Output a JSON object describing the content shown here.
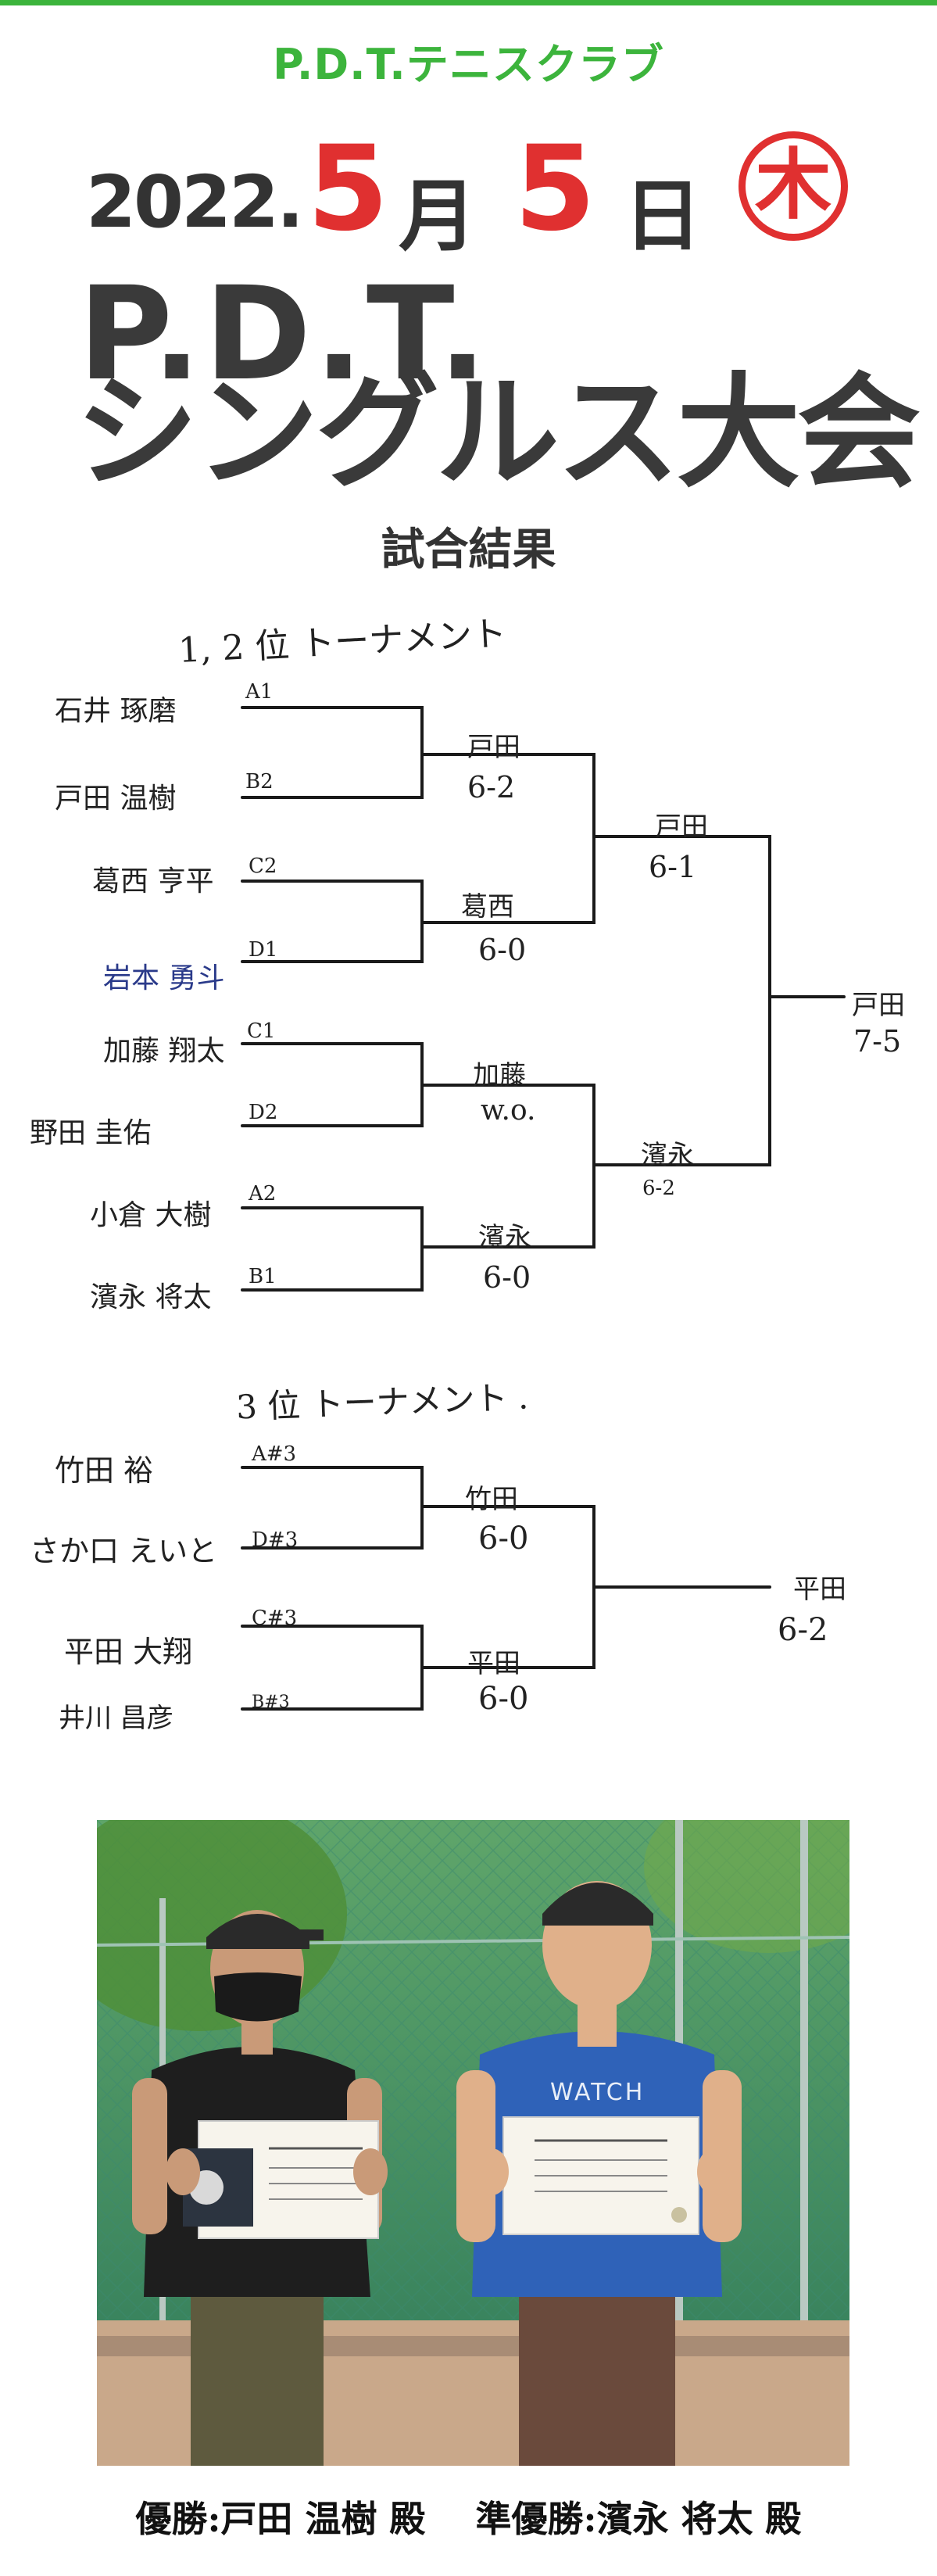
{
  "colors": {
    "green": "#3cb43c",
    "red": "#e03030",
    "dark": "#333333"
  },
  "header": {
    "club": "P.D.T.テニスクラブ",
    "year": "2022.",
    "month": "5",
    "month_unit": "月",
    "day": "5",
    "day_unit": "日",
    "weekday": "木",
    "title_line1": "P.D.T.",
    "title_line2": "シングルス大会",
    "subtitle": "試合結果"
  },
  "bracket1": {
    "heading": "1, 2 位 トーナメント",
    "players": [
      {
        "name": "石井 琢磨",
        "seed": "A1"
      },
      {
        "name": "戸田 温樹",
        "seed": "B2"
      },
      {
        "name": "葛西 亨平",
        "seed": "C2"
      },
      {
        "name": "岩本 勇斗",
        "seed": "D1"
      },
      {
        "name": "加藤 翔太",
        "seed": "C1"
      },
      {
        "name": "野田 圭佑",
        "seed": "D2"
      },
      {
        "name": "小倉 大樹",
        "seed": "A2"
      },
      {
        "name": "濱永 将太",
        "seed": "B1"
      }
    ],
    "round1": [
      {
        "winner": "戸田",
        "score": "6-2"
      },
      {
        "winner": "葛西",
        "score": "6-0"
      },
      {
        "winner": "加藤",
        "score": "w.o."
      },
      {
        "winner": "濱永",
        "score": "6-0"
      }
    ],
    "semis": [
      {
        "winner": "戸田",
        "score": "6-1"
      },
      {
        "winner": "濱永",
        "score": "6-2"
      }
    ],
    "final": {
      "winner": "戸田",
      "score": "7-5"
    }
  },
  "bracket2": {
    "heading": "3 位 トーナメント .",
    "players": [
      {
        "name": "竹田 裕",
        "seed": "A#3"
      },
      {
        "name": "さか口 えいと",
        "seed": "D#3"
      },
      {
        "name": "平田 大翔",
        "seed": "C#3"
      },
      {
        "name": "井川 昌彦",
        "seed": "B#3"
      }
    ],
    "round1": [
      {
        "winner": "竹田",
        "score": "6-0"
      },
      {
        "winner": "平田",
        "score": "6-0"
      }
    ],
    "final": {
      "winner": "平田",
      "score": "6-2"
    }
  },
  "photo": {
    "left_shirt_print": "",
    "right_shirt_print": "WATCH"
  },
  "caption": {
    "winner": "優勝:戸田 温樹 殿",
    "runner_up": "準優勝:濱永 将太 殿"
  }
}
